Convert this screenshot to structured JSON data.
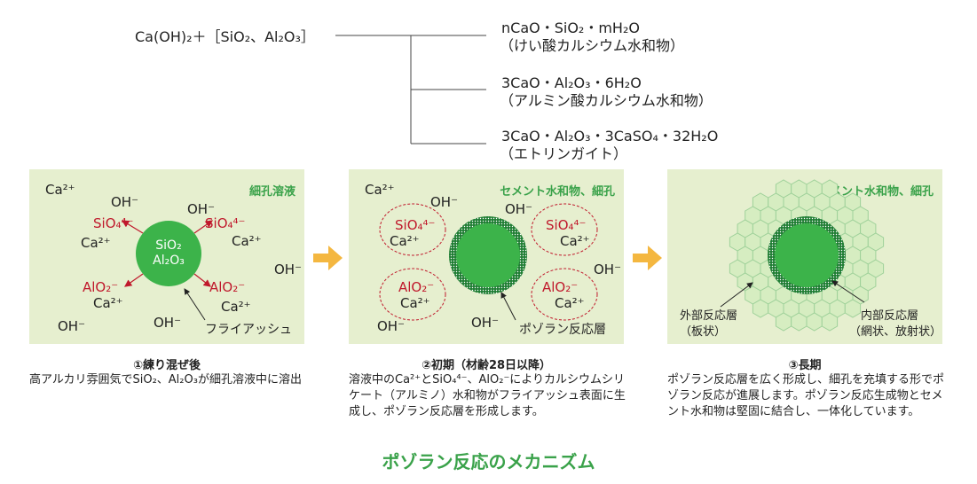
{
  "equation": {
    "reactants": "Ca(OH)₂＋［SiO₂、Al₂O₃］",
    "products": [
      {
        "formula": "nCaO・SiO₂・mH₂O",
        "name": "（けい酸カルシウム水和物）"
      },
      {
        "formula": "3CaO・Al₂O₃・6H₂O",
        "name": "（アルミン酸カルシウム水和物）"
      },
      {
        "formula": "3CaO・Al₂O₃・3CaSO₄・32H₂O",
        "name": "（エトリンガイト）"
      }
    ]
  },
  "panel1": {
    "title": "細孔溶液",
    "ions": {
      "ca1": "Ca²⁺",
      "oh1": "OH⁻",
      "sio_l": "SiO₄⁴⁻",
      "ca2": "Ca²⁺",
      "oh2": "OH⁻",
      "sio_r": "SiO₄⁴⁻",
      "ca3": "Ca²⁺",
      "oh3": "OH⁻",
      "alo_l": "AlO₂⁻",
      "ca4": "Ca²⁺",
      "alo_r": "AlO₂⁻",
      "ca5": "Ca²⁺",
      "oh4": "OH⁻",
      "oh5": "OH⁻"
    },
    "particle_line1": "SiO₂",
    "particle_line2": "Al₂O₃",
    "pointer_label": "フライアッシュ",
    "caption": "①練り混ぜ後",
    "description": "高アルカリ雰囲気でSiO₂、Al₂O₃が細孔溶液中に溶出"
  },
  "panel2": {
    "title": "セメント水和物、細孔",
    "ions": {
      "ca1": "Ca²⁺",
      "oh1": "OH⁻",
      "oh2": "OH⁻",
      "sio_l": "SiO₄⁴⁻",
      "ca_l1": "Ca²⁺",
      "sio_r": "SiO₄⁴⁻",
      "ca_r1": "Ca²⁺",
      "oh3": "OH⁻",
      "alo_l": "AlO₂⁻",
      "ca_l2": "Ca²⁺",
      "alo_r": "AlO₂⁻",
      "ca_r2": "Ca²⁺",
      "oh4": "OH⁻",
      "oh5": "OH⁻"
    },
    "pointer_label": "ポゾラン反応層",
    "caption": "②初期（材齢28日以降）",
    "description": "溶液中のCa²⁺とSiO₄⁴⁻、AlO₂⁻によりカルシウムシリケート（アルミノ）水和物がフライアッシュ表面に生成し、ポゾラン反応層を形成します。"
  },
  "panel3": {
    "title": "セメント水和物、細孔",
    "outer_label": "外部反応層",
    "outer_sub": "（板状）",
    "inner_label": "内部反応層",
    "inner_sub": "（網状、放射状）",
    "caption": "③長期",
    "description": "ポゾラン反応層を広く形成し、細孔を充填する形でポゾラン反応が進展します。ポゾラン反応生成物とセメント水和物は堅固に結合し、一体化しています。"
  },
  "bottom_title": "ポゾラン反応のメカニズム",
  "colors": {
    "green": "#3aa24a",
    "particle": "#3cb34a",
    "panel_bg": "#e6efcf",
    "red": "#c0192c",
    "arrow": "#f4b740",
    "hex_fill": "#d6edc1",
    "hex_stroke": "#9fd19a"
  }
}
